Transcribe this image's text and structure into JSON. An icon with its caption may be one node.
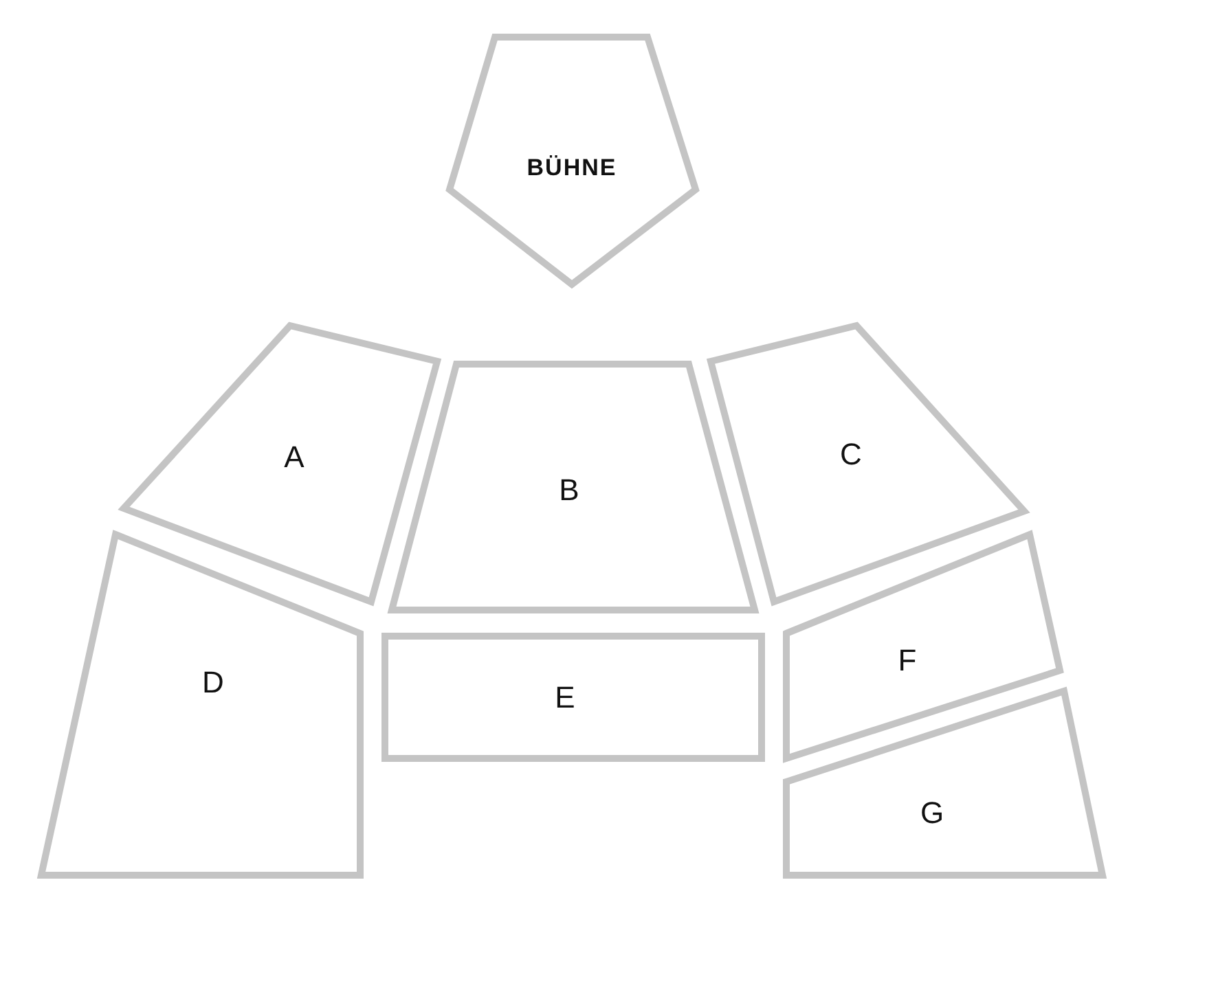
{
  "diagram": {
    "nodes": [
      {
        "text": [
          "BÜHNE"
        ]
      },
      {
        "text": [
          "A"
        ]
      },
      {
        "text": [
          "B"
        ]
      },
      {
        "text": [
          "C"
        ]
      },
      {
        "text": [
          "D"
        ]
      },
      {
        "text": [
          "E"
        ]
      },
      {
        "text": [
          "F"
        ]
      },
      {
        "text": [
          "G"
        ]
      }
    ]
  }
}
